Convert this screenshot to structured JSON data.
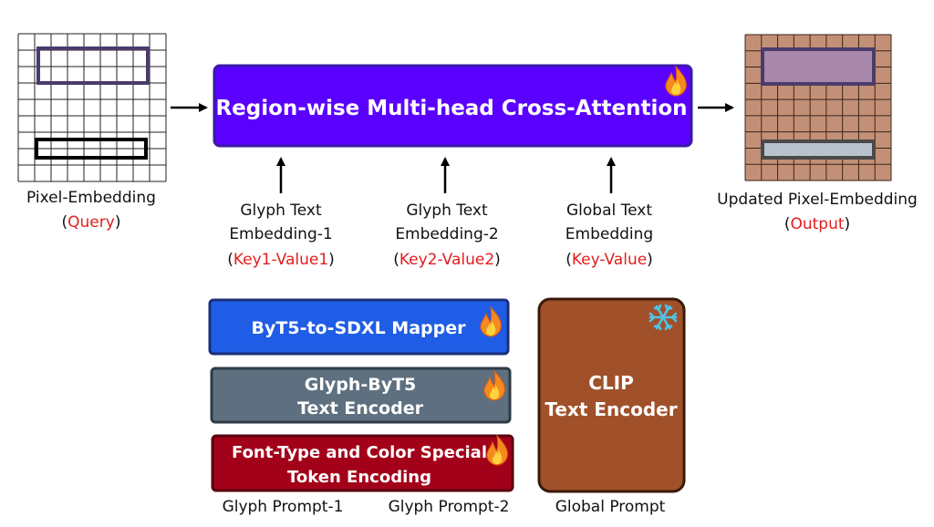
{
  "colors": {
    "attention_box": "#5a00ff",
    "mapper_box": "#1f5de6",
    "glyph_encoder_box": "#5e7080",
    "special_token_box": "#a30019",
    "clip_box": "#a0512a",
    "output_grid": "#c39077",
    "query_rect_top": "#4b3b6b",
    "output_rect_top": "#a888aa",
    "output_rect_bottom": "#b9c2cc",
    "highlight": "#e11d1d"
  },
  "icons": {
    "trainable": "flame-icon",
    "frozen": "snowflake-icon"
  },
  "pixel_embedding": {
    "label": "Pixel-Embedding",
    "role": "Query"
  },
  "attention": {
    "title": "Region-wise Multi-head Cross-Attention"
  },
  "output": {
    "label": "Updated Pixel-Embedding",
    "role": "Output"
  },
  "keys": {
    "glyph1": {
      "line1": "Glyph Text",
      "line2": "Embedding-1",
      "role": "Key1-Value1"
    },
    "glyph2": {
      "line1": "Glyph Text",
      "line2": "Embedding-2",
      "role": "Key2-Value2"
    },
    "global": {
      "line1": "Global Text",
      "line2": "Embedding",
      "role": "Key-Value"
    }
  },
  "encoders": {
    "mapper": "ByT5-to-SDXL Mapper",
    "glyph_line1": "Glyph-ByT5",
    "glyph_line2": "Text Encoder",
    "special_line1": "Font-Type and Color Special",
    "special_line2": "Token Encoding",
    "clip_line1": "CLIP",
    "clip_line2": "Text Encoder"
  },
  "prompts": {
    "glyph1": "Glyph Prompt-1",
    "glyph2": "Glyph Prompt-2",
    "global": "Global Prompt"
  },
  "bracket_open": "(",
  "bracket_close": ")"
}
